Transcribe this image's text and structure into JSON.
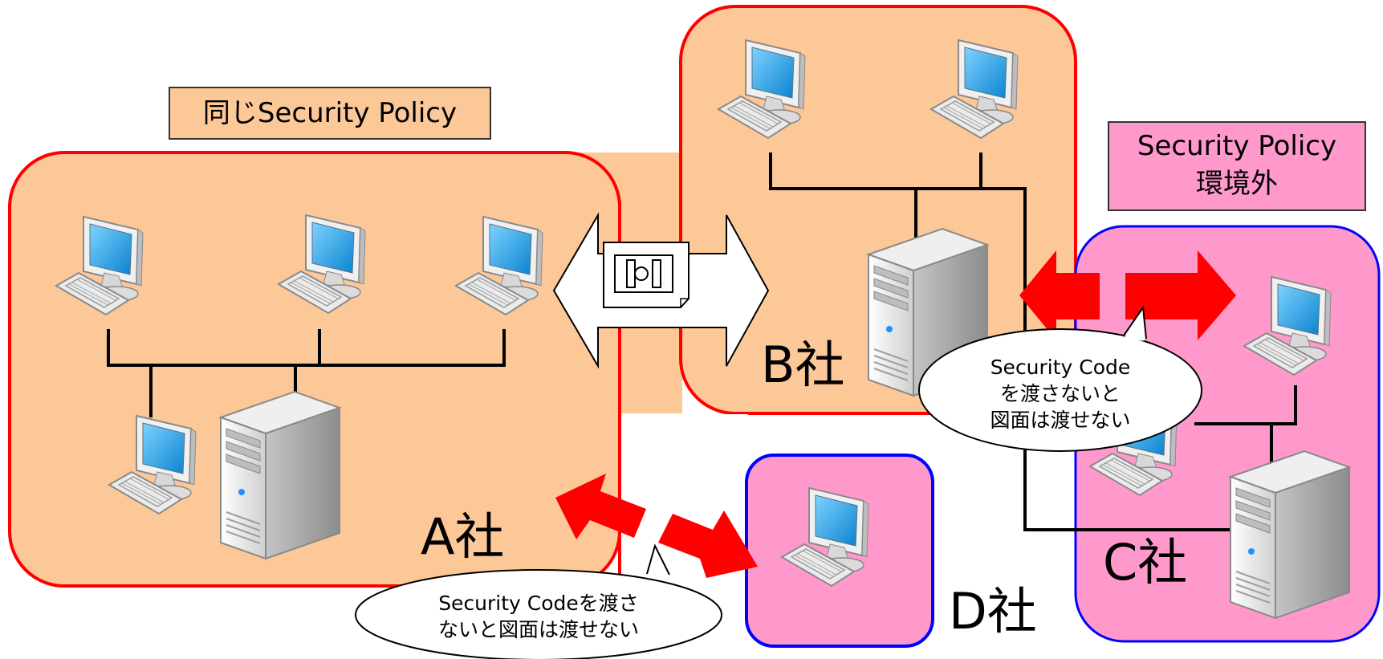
{
  "labels": {
    "same_policy": "同じSecurity Policy",
    "outside_policy_line1": "Security Policy",
    "outside_policy_line2": "環境外"
  },
  "companies": {
    "a": "A社",
    "b": "B社",
    "c": "C社",
    "d": "D社"
  },
  "callouts": {
    "bc_line1": "Security Code",
    "bc_line2": "を渡さないと",
    "bc_line3": "図面は渡せない",
    "ad_line1": "Security Codeを渡さ",
    "ad_line2": "ないと図面は渡せない"
  },
  "icons": [
    "computer-icon",
    "server-icon",
    "drawing-document-icon"
  ],
  "colors": {
    "policy_zone_fill": "#fcc898",
    "outside_zone_fill": "#ff99cc",
    "same_policy_border": "#ff0000",
    "outside_border": "#0000ff",
    "blocked_arrow": "#ff0000",
    "allowed_arrow_fill": "#ffffff"
  }
}
